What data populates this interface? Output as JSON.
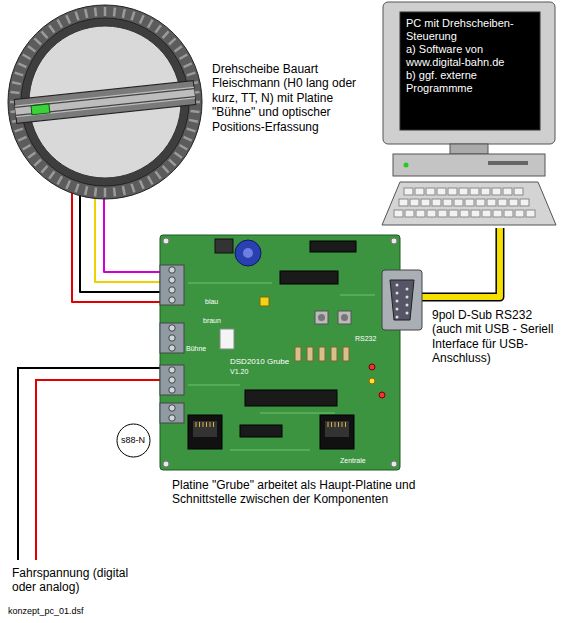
{
  "diagram": {
    "nodes": [
      {
        "text": [
          "Drehscheibe Bauart Fleischmann (H0 lang oder kurz, TT, N) mit Platine \"Bühne\" und optischer Positions-Erfassung"
        ]
      },
      {
        "text": [
          "PC mit Drehscheiben-Steuerung",
          "a) Software von www.digital-bahn.de",
          "b) ggf. externe Programmme"
        ]
      },
      {
        "text": [
          "Platine \"Grube\" arbeitet als Haupt-Platine und Schnittstelle zwischen der Komponenten"
        ]
      },
      {
        "text": [
          "s88-N"
        ]
      }
    ],
    "edges": [
      {
        "from": 0,
        "to": 2,
        "arrow": "none"
      },
      {
        "from": 1,
        "to": 2,
        "label": "9pol D-Sub RS232 (auch mit USB - Seriell Interface für USB-Anschluss)",
        "arrow": "none"
      }
    ],
    "labels": [
      "DSD2010 Grube",
      "V1.20",
      "Bühne",
      "blau",
      "braun",
      "RS232",
      "Zentrale",
      "Fahrspannung (digital oder analog)",
      "konzept_pc_01.dsf"
    ]
  }
}
